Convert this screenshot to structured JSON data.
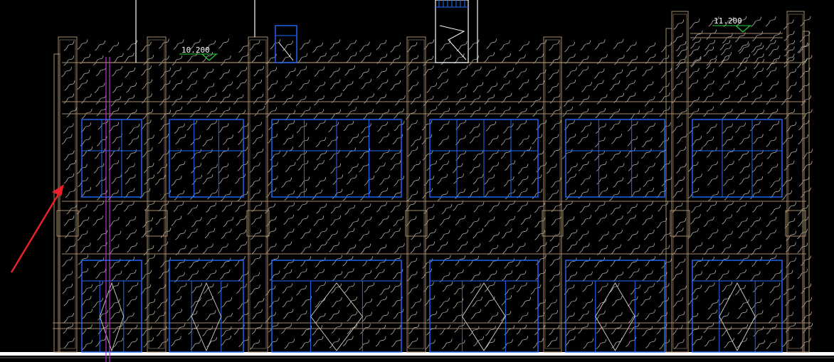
{
  "drawing": {
    "background": "#000000",
    "colors": {
      "wall": "#a48a6c",
      "texture": "#d8d2c8",
      "window": "#1f6bff",
      "guide_line": "#b03cc8",
      "level_marker": "#2bd03a",
      "level_text": "#ffffff",
      "ground": "#ffffff",
      "arrow": "#e8202a"
    },
    "level_marks": [
      {
        "label": "10.200"
      },
      {
        "label": "11.200"
      }
    ],
    "window_type": "fixed-grid-window",
    "door_type": "storefront-door-with-diamond",
    "annotation": "red-arrow-pointer"
  }
}
